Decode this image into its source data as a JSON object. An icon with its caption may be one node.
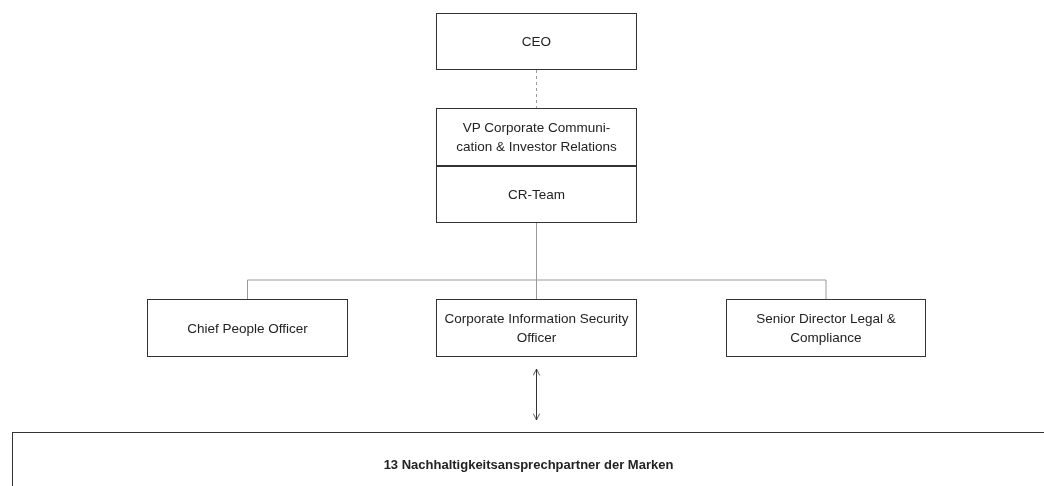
{
  "diagram": {
    "nodes": [
      {
        "text": [
          "CEO"
        ]
      },
      {
        "text": [
          "VP Corporate Communi- cation & Investor Relations"
        ]
      },
      {
        "text": [
          "CR-Team"
        ]
      },
      {
        "text": [
          "Chief People Officer"
        ]
      },
      {
        "text": [
          "Corporate Information Security Officer"
        ]
      },
      {
        "text": [
          "Senior Director Legal & Compliance"
        ]
      },
      {
        "text": [
          "13 Nachhaltigkeitsansprechpartner der Marken"
        ]
      }
    ],
    "edges": [
      {
        "from": 0,
        "to": 1,
        "arrow": "none",
        "style": "dashed"
      },
      {
        "from": 2,
        "to": 3,
        "arrow": "none"
      },
      {
        "from": 2,
        "to": 4,
        "arrow": "none"
      },
      {
        "from": 2,
        "to": 5,
        "arrow": "none"
      },
      {
        "from": 4,
        "to": 6,
        "arrow": "both",
        "color": "#333333"
      }
    ]
  }
}
